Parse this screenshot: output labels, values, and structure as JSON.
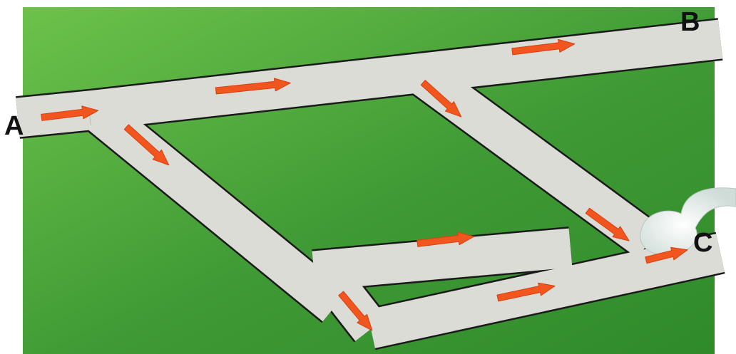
{
  "labels": {
    "a": "A",
    "b": "B",
    "c": "C"
  },
  "colors": {
    "grass_light": "#6cc24a",
    "grass_dark": "#2f8a2a",
    "road": "#dcdcd6",
    "road_edge": "#1a1a1a",
    "arrow": "#f0561e",
    "arrow_edge": "#d8400f",
    "blob": "#e8f0ee"
  },
  "icons": {
    "arrow": "arrow-right-icon",
    "blob": "water-splash-icon"
  }
}
